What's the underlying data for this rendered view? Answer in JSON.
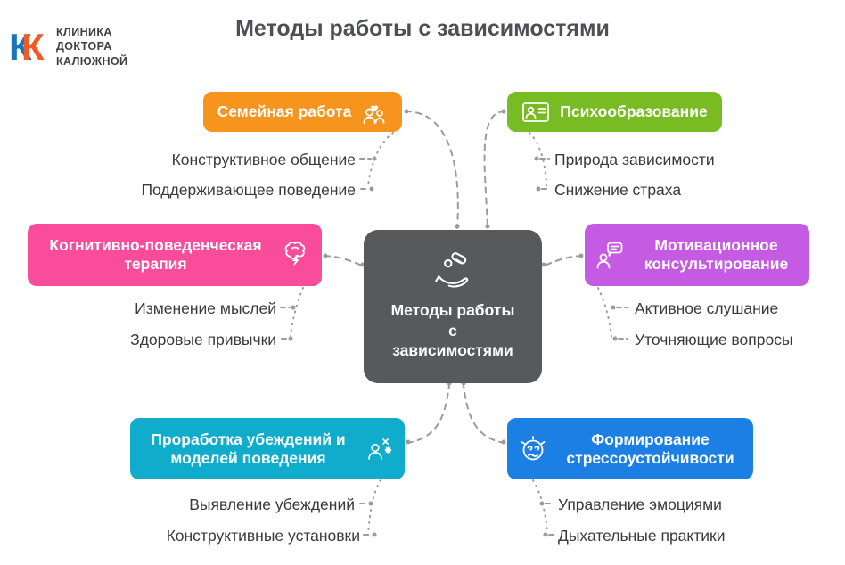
{
  "title": "Методы работы с зависимостями",
  "logo": {
    "lines": [
      "КЛИНИКА",
      "ДОКТОРА",
      "КАЛЮЖНОЙ"
    ]
  },
  "center": {
    "label": "Методы работы с зависимостями",
    "lines": [
      "Методы работы",
      "с",
      "зависимостями"
    ],
    "color": "#58595B",
    "icon": "hand-with-pills-icon"
  },
  "connector_color": "#9B9B9B",
  "branches": [
    {
      "id": "family-work",
      "label": "Семейная работа",
      "color": "#F7941E",
      "icon": "family-icon",
      "items": [
        "Конструктивное общение",
        "Поддерживающее поведение"
      ]
    },
    {
      "id": "psychoeducation",
      "label": "Психообразование",
      "color": "#79BB22",
      "icon": "psychoeducation-icon",
      "items": [
        "Природа зависимости",
        "Снижение страха"
      ]
    },
    {
      "id": "cbt",
      "label": "Когнитивно-поведенческая терапия",
      "color": "#F94D9B",
      "icon": "brain-lightning-icon",
      "items": [
        "Изменение мыслей",
        "Здоровые привычки"
      ]
    },
    {
      "id": "motivational-counseling",
      "label": "Мотивационное консультирование",
      "color": "#C55BE3",
      "icon": "dialog-person-icon",
      "items": [
        "Активное слушание",
        "Уточняющие вопросы"
      ]
    },
    {
      "id": "beliefs-rework",
      "label": "Проработка убеждений и моделей поведения",
      "color": "#0FACCC",
      "icon": "person-beliefs-icon",
      "items": [
        "Выявление убеждений",
        "Конструктивные установки"
      ]
    },
    {
      "id": "stress-resilience",
      "label": "Формирование стрессоустойчивости",
      "color": "#1B7FE3",
      "icon": "stressed-face-icon",
      "items": [
        "Управление эмоциями",
        "Дыхательные практики"
      ]
    }
  ]
}
